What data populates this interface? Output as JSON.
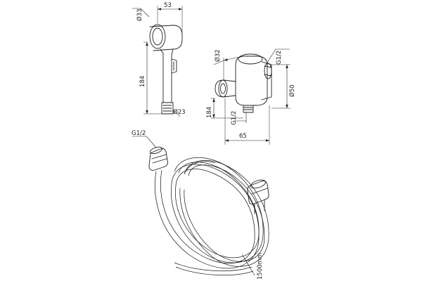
{
  "diagram": {
    "handshower": {
      "dim_head_diameter": "Ø33",
      "dim_head_width": "53",
      "dim_length": "184",
      "dim_stem_diameter": "Ø23"
    },
    "wall_connector": {
      "dim_outlet_diameter": "Ø32",
      "dim_thread_top": "G1/2",
      "dim_flange_diameter": "Ø50",
      "dim_height": "184",
      "dim_thread_bottom": "G1/2",
      "dim_depth": "65"
    },
    "hose": {
      "dim_thread": "G1/2",
      "dim_length": "1500mm"
    }
  }
}
